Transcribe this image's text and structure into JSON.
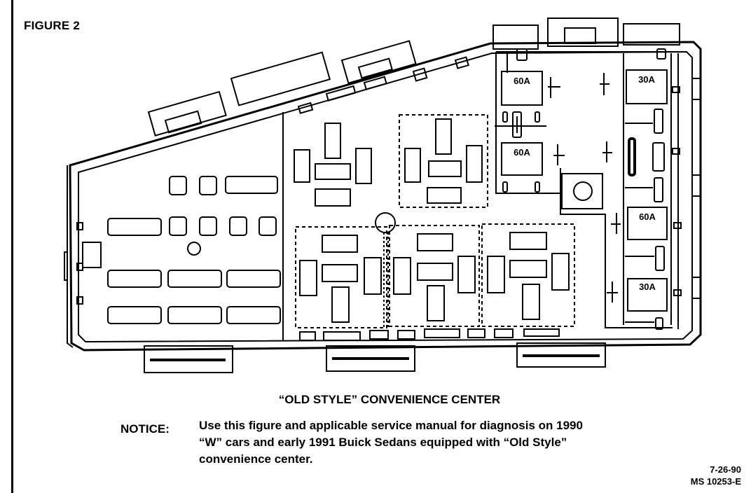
{
  "figure_label": "FIGURE 2",
  "fuses": {
    "f1": "60A",
    "f2": "60A",
    "f3": "30A",
    "f4": "60A",
    "f5": "30A"
  },
  "caption": "“OLD STYLE” CONVENIENCE CENTER",
  "notice": {
    "label": "NOTICE:",
    "line1": "Use this figure and applicable service manual for diagnosis on 1990",
    "line2": "“W” cars and early 1991 Buick Sedans equipped with “Old Style”",
    "line3": "convenience center."
  },
  "reference": {
    "date": "7-26-90",
    "code": "MS 10253-E"
  }
}
